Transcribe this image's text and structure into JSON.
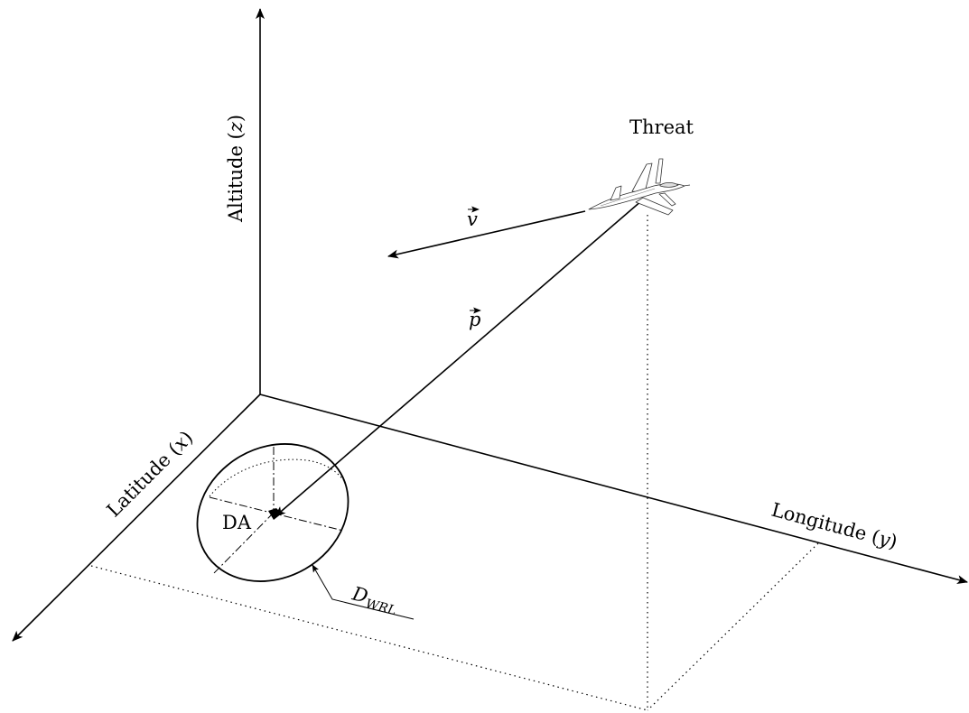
{
  "axes": {
    "altitude": {
      "label": "Altitude",
      "var": "z"
    },
    "latitude": {
      "label": "Latitude",
      "var": "x"
    },
    "longitude": {
      "label": "Longitude",
      "var": "y"
    }
  },
  "threat": {
    "label": "Threat"
  },
  "vectors": {
    "velocity": "v",
    "position": "p"
  },
  "defended_area": {
    "label": "DA",
    "radius_symbol": "D",
    "radius_subscript": "WRL"
  },
  "colors": {
    "ink": "#000000",
    "background": "#ffffff"
  },
  "icons": [
    "fighter-jet-icon"
  ]
}
